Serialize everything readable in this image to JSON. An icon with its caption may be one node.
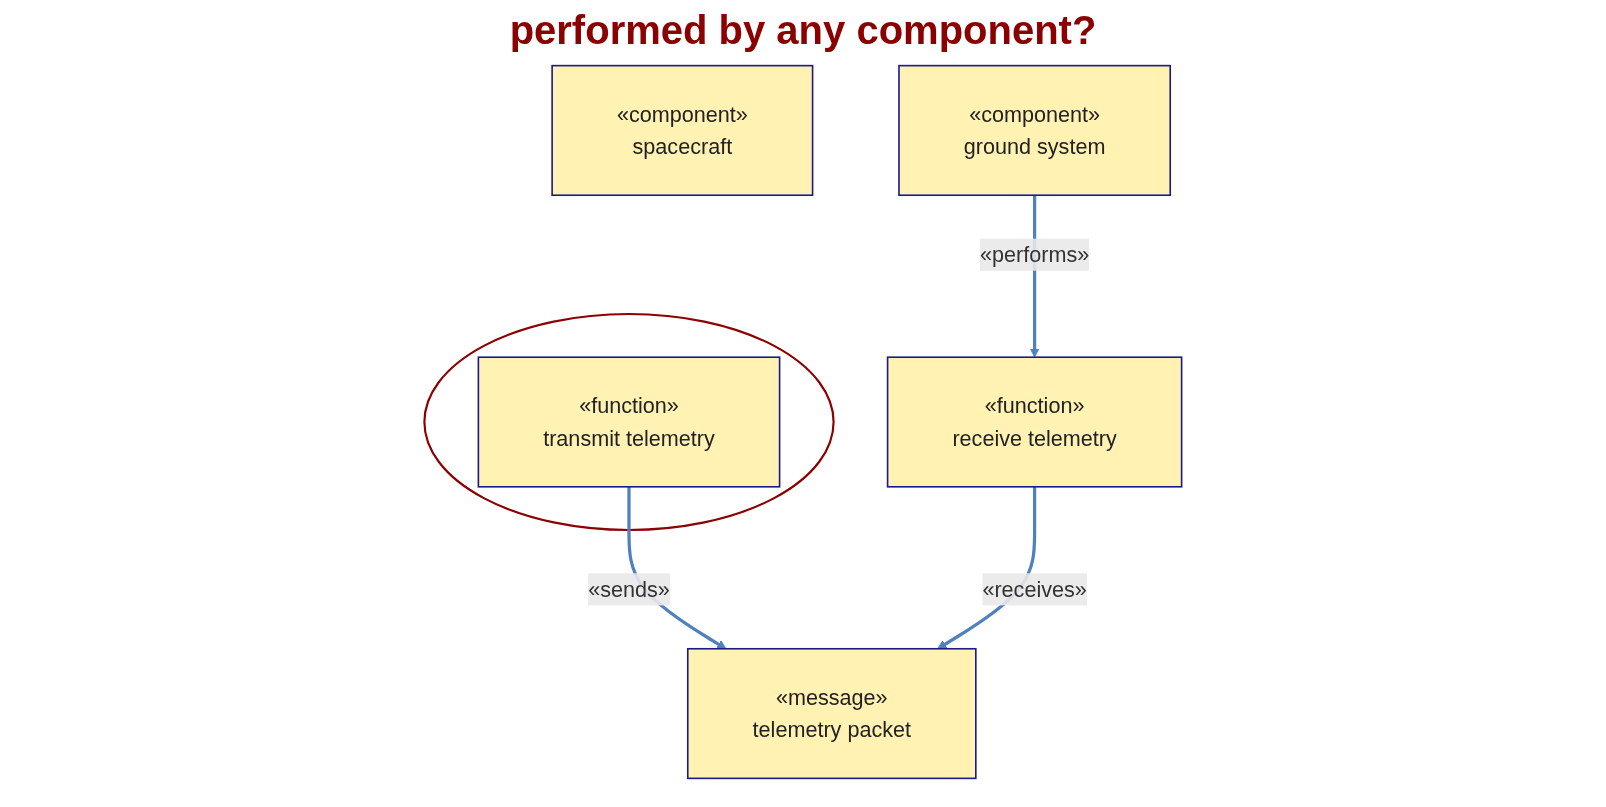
{
  "diagram": {
    "title": "performed by any component?",
    "nodes": [
      {
        "text": [
          "«component»",
          "spacecraft"
        ]
      },
      {
        "text": [
          "«component»",
          "ground system"
        ]
      },
      {
        "text": [],
        "shape": "ellipse"
      },
      {
        "text": [
          "«function»",
          "transmit telemetry"
        ],
        "in": 2
      },
      {
        "text": [
          "«function»",
          "receive telemetry"
        ]
      },
      {
        "text": [
          "«message»",
          "telemetry packet"
        ]
      }
    ],
    "edges": [
      {
        "from": 1,
        "to": 4,
        "arrow": "to",
        "label": "«performs»"
      },
      {
        "from": 3,
        "to": 5,
        "arrow": "to",
        "label": "«sends»"
      },
      {
        "from": 4,
        "to": 5,
        "arrow": "to",
        "label": "«receives»"
      }
    ]
  }
}
